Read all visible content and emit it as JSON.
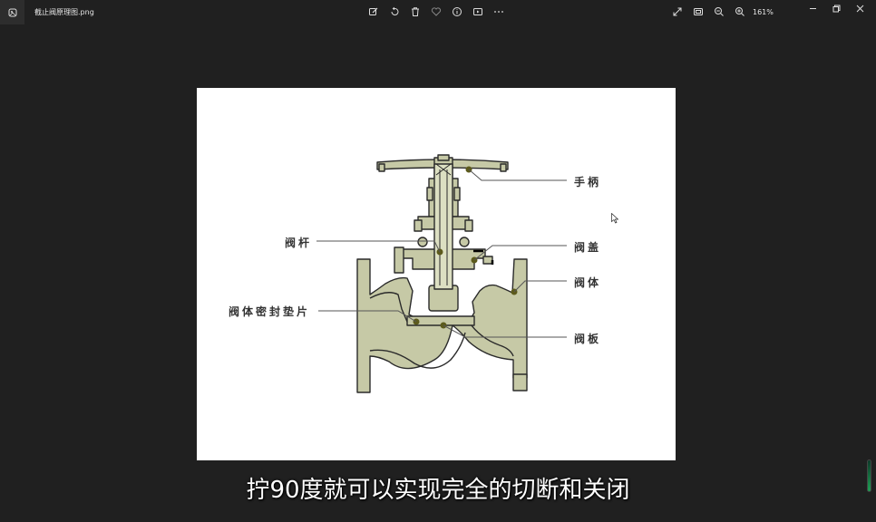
{
  "window": {
    "filename": "截止阀原理图.png",
    "zoom": "161%"
  },
  "toolbar": {
    "buttons": [
      "edit-icon",
      "rotate-icon",
      "delete-icon",
      "favorite-icon",
      "info-icon",
      "slideshow-icon",
      "more-icon"
    ],
    "view_buttons": [
      "fullscreen-icon",
      "fit-window-icon",
      "zoom-out-icon",
      "zoom-in-icon"
    ]
  },
  "diagram": {
    "labels": {
      "handle": "手柄",
      "stem": "阀杆",
      "bonnet": "阀盖",
      "body": "阀体",
      "seat_gasket": "阀体密封垫片",
      "disc": "阀板"
    },
    "colors": {
      "metal": "#c6c9a6",
      "outline": "#2a2a2a",
      "marker": "#5c5a1c",
      "leader": "#555555"
    }
  },
  "subtitle": "拧90度就可以实现完全的切断和关闭"
}
